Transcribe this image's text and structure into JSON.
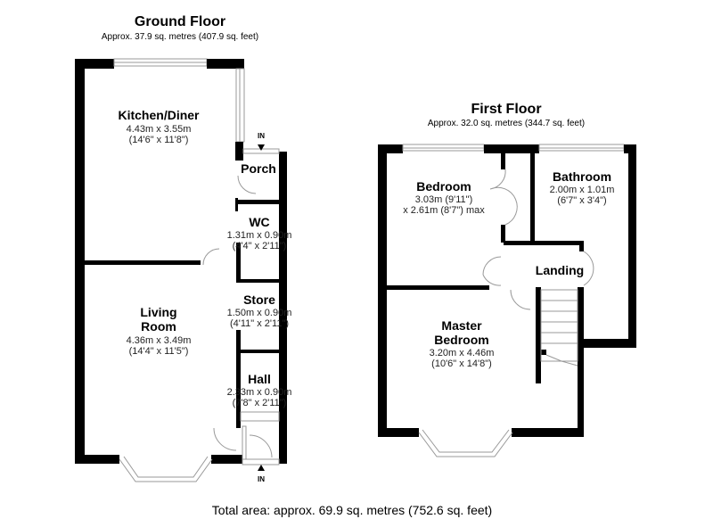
{
  "ground_floor": {
    "title": "Ground Floor",
    "area": "Approx. 37.9 sq. metres (407.9 sq. feet)",
    "entrance_labels": [
      "IN",
      "IN"
    ],
    "rooms": {
      "kitchen": {
        "name": "Kitchen/Diner",
        "dim_m": "4.43m x 3.55m",
        "dim_ft": "(14'6\" x 11'8\")"
      },
      "porch": {
        "name": "Porch"
      },
      "wc": {
        "name": "WC",
        "dim_m": "1.31m x 0.90m",
        "dim_ft": "(4'4\" x 2'11\")"
      },
      "store": {
        "name": "Store",
        "dim_m": "1.50m x 0.90m",
        "dim_ft": "(4'11\" x 2'11\")"
      },
      "living": {
        "name_1": "Living",
        "name_2": "Room",
        "dim_m": "4.36m x 3.49m",
        "dim_ft": "(14'4\" x 11'5\")"
      },
      "hall": {
        "name": "Hall",
        "dim_m": "2.33m x 0.90m",
        "dim_ft": "(7'8\" x 2'11\")"
      }
    }
  },
  "first_floor": {
    "title": "First Floor",
    "area": "Approx. 32.0 sq. metres (344.7 sq. feet)",
    "rooms": {
      "bedroom": {
        "name": "Bedroom",
        "dim_1": "3.03m (9'11\")",
        "dim_2": "x 2.61m (8'7\") max"
      },
      "bathroom": {
        "name": "Bathroom",
        "dim_m": "2.00m x 1.01m",
        "dim_ft": "(6'7\" x 3'4\")"
      },
      "landing": {
        "name": "Landing"
      },
      "master": {
        "name_1": "Master",
        "name_2": "Bedroom",
        "dim_m": "3.20m x 4.46m",
        "dim_ft": "(10'6\" x 14'8\")"
      }
    }
  },
  "total_area": "Total area: approx. 69.9 sq. metres (752.6 sq. feet)"
}
